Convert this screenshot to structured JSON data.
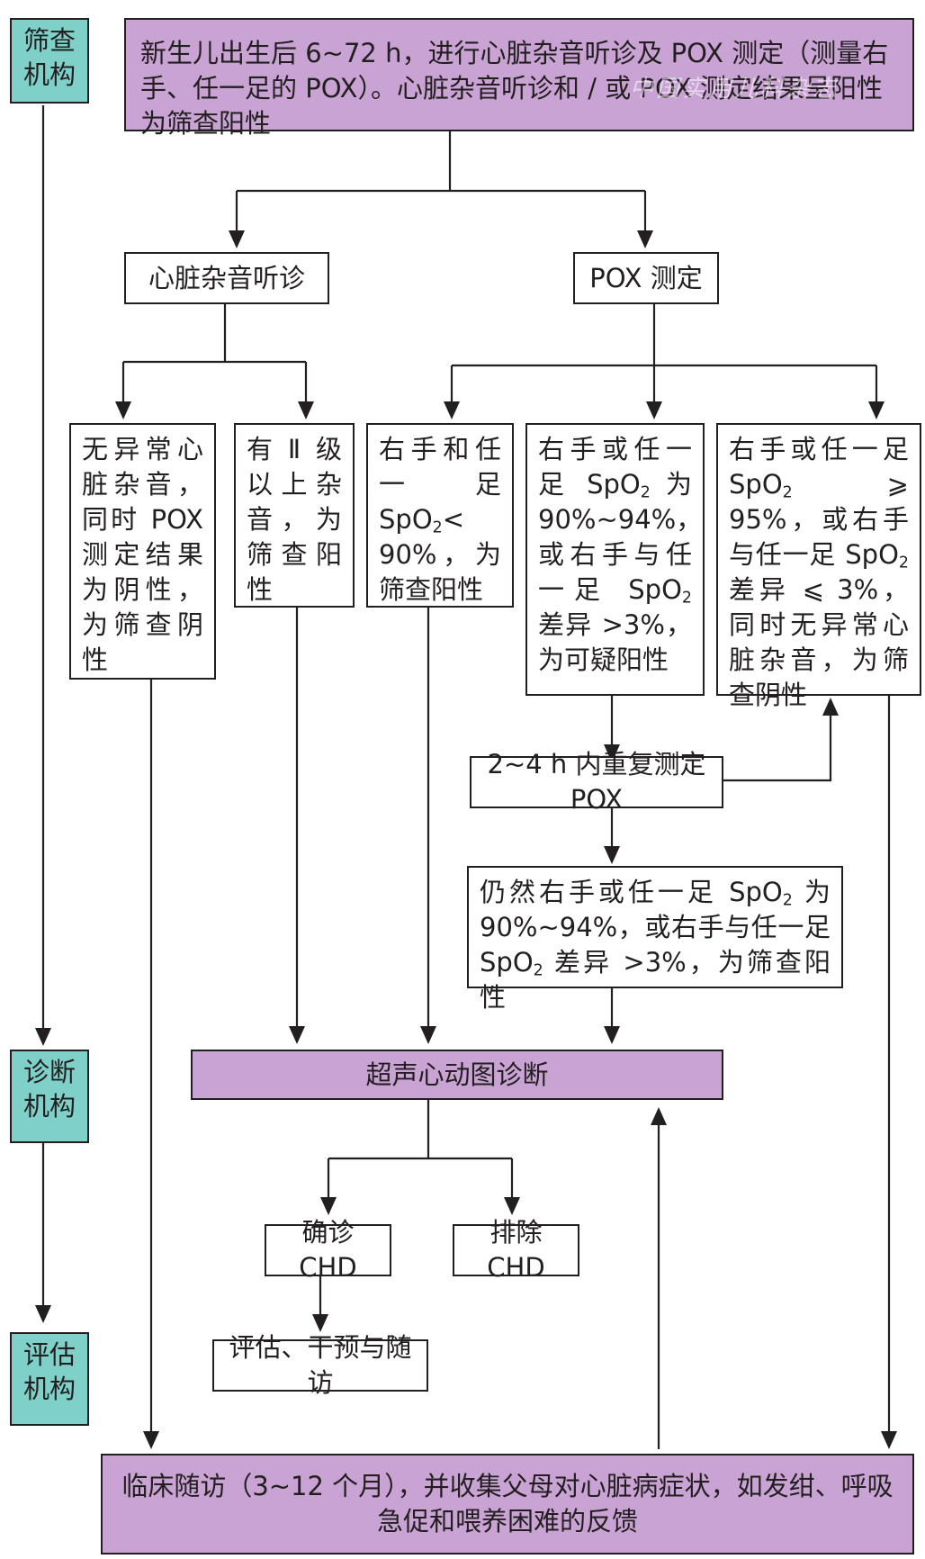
{
  "columns": {
    "screening": "筛查机构",
    "diagnosis": "诊断机构",
    "evaluation": "评估机构"
  },
  "top": "新生儿出生后 6~72 h，进行心脏杂音听诊及 POX 测定（测量右手、任一足的 POX）。心脏杂音听诊和 / 或 POX 测定结果呈阳性为筛查阳性",
  "watermark": "中国实用儿科杂志",
  "auscultation": "心脏杂音听诊",
  "pox": "POX 测定",
  "no_murmur": "无异常心脏杂音，同时 POX 测定结果为阴性，为筛查阴性",
  "murmur_positive": "有 Ⅱ 级以上杂音，为筛查阳性",
  "spo2_low": {
    "pre": "右手和任一足 SpO",
    "sub": "2",
    "post": "< 90%，为筛查阳性"
  },
  "spo2_suspect": {
    "a": "右手或任一足 SpO",
    "sub1": "2",
    "b": " 为 90%~94%，或右手与任一足 SpO",
    "sub2": "2",
    "c": " 差异 >3%，为可疑阳性"
  },
  "spo2_normal": {
    "a": "右手或任一足 SpO",
    "sub1": "2",
    "b": " ⩾ 95%，或右手与任一足 SpO",
    "sub2": "2",
    "c": " 差异 ⩽ 3%，同时无异常心脏杂音，为筛查阴性"
  },
  "repeat": "2~4 h 内重复测定 POX",
  "still": {
    "a": "仍然右手或任一足 SpO",
    "sub1": "2",
    "b": " 为 90%~94%，或右手与任一足 SpO",
    "sub2": "2",
    "c": " 差异 >3%，为筛查阳性"
  },
  "echo": "超声心动图诊断",
  "confirm": "确诊 CHD",
  "exclude": "排除 CHD",
  "evaluate": "评估、干预与随访",
  "followup": "临床随访（3~12 个月），并收集父母对心脏病症状，如发绀、呼吸急促和喂养困难的反馈"
}
